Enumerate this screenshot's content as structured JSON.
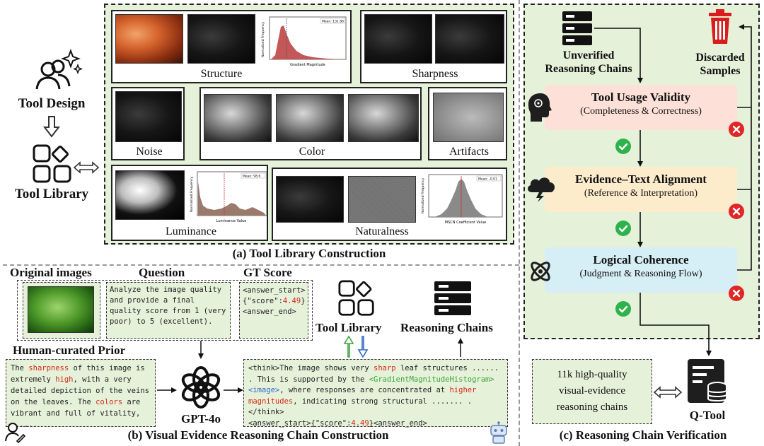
{
  "left": {
    "tool_design": "Tool Design",
    "tool_library": "Tool Library"
  },
  "section_a": {
    "title": "(a) Tool Library Construction",
    "panels": {
      "structure": "Structure",
      "sharpness": "Sharpness",
      "noise": "Noise",
      "color": "Color",
      "artifacts": "Artifacts",
      "luminance": "Luminance",
      "naturalness": "Naturalness"
    },
    "hist_structure": {
      "legend": "Mean: 131.86",
      "xlabel": "Gradient Magnitude",
      "ylabel": "Normalized Frequency"
    },
    "hist_luminance": {
      "legend": "Mean: 98.6",
      "xlabel": "Luminance Value",
      "ylabel": "Normalized Frequency"
    },
    "hist_naturalness": {
      "legend": "Mean: -0.01",
      "xlabel": "MSCN Coefficient Value",
      "ylabel": "Normalized Frequency"
    }
  },
  "section_b": {
    "title": "(b) Visual Evidence Reasoning Chain Construction",
    "original_images": "Original images",
    "question_label": "Question",
    "gt_label": "GT Score",
    "question_text": "Analyze the image quality and provide a final quality score from 1 (very poor) to 5 (excellent).",
    "gt_line1": "<answer_start>",
    "gt_line2_pre": "{\"score\":",
    "gt_score": "4.49",
    "gt_line2_post": "}",
    "gt_line3": "<answer_end>",
    "tool_library": "Tool Library",
    "reasoning_chains": "Reasoning Chains",
    "human_prior": "Human-curated Prior",
    "gpt": "GPT-4o",
    "prior": {
      "p1": "The ",
      "w1": "sharpness",
      "p2": " of this image is extremely ",
      "w2": "high",
      "p3": ", with a very detailed depiction of the veins on the leaves. The ",
      "w3": "colors",
      "p4": " are vibrant and full of vitality, ......"
    },
    "output": {
      "s1": "<think>The image shows very ",
      "w1": "sharp",
      "s2": " leaf structures ...... . This is supported by the ",
      "tool": "<GradientMagnitudeHistogram>",
      "s3": " ",
      "img": "<image>",
      "s4": ", where responses are concentrated at ",
      "w2": "higher magnitudes",
      "s5": ", indicating strong structural ....... .</think>",
      "s6": "<answer_start>{\"score\":",
      "score": "4.49",
      "s7": "}<answer_end>"
    }
  },
  "section_c": {
    "title": "(c) Reasoning Chain Verification",
    "unverified": "Unverified Reasoning Chains",
    "discarded": "Discarded Samples",
    "step1_title": "Tool Usage Validity",
    "step1_sub": "(Completeness & Correctness)",
    "step2_title": "Evidence–Text Alignment",
    "step2_sub": "(Reference & Interpretation)",
    "step3_title": "Logical Coherence",
    "step3_sub": "(Judgment & Reasoning Flow)",
    "result_text": "11k high-quality visual-evidence reasoning chains",
    "qtool": "Q-Tool"
  },
  "colors": {
    "green_bg": "#e6f1da",
    "step1": "#fde1d8",
    "step2": "#fdeccb",
    "step3": "#d6eef5",
    "check": "#2fb24c",
    "cross": "#e02626",
    "highlight_red": "#d42a1c",
    "highlight_blue": "#2f66c9",
    "highlight_green": "#3aa53a"
  }
}
